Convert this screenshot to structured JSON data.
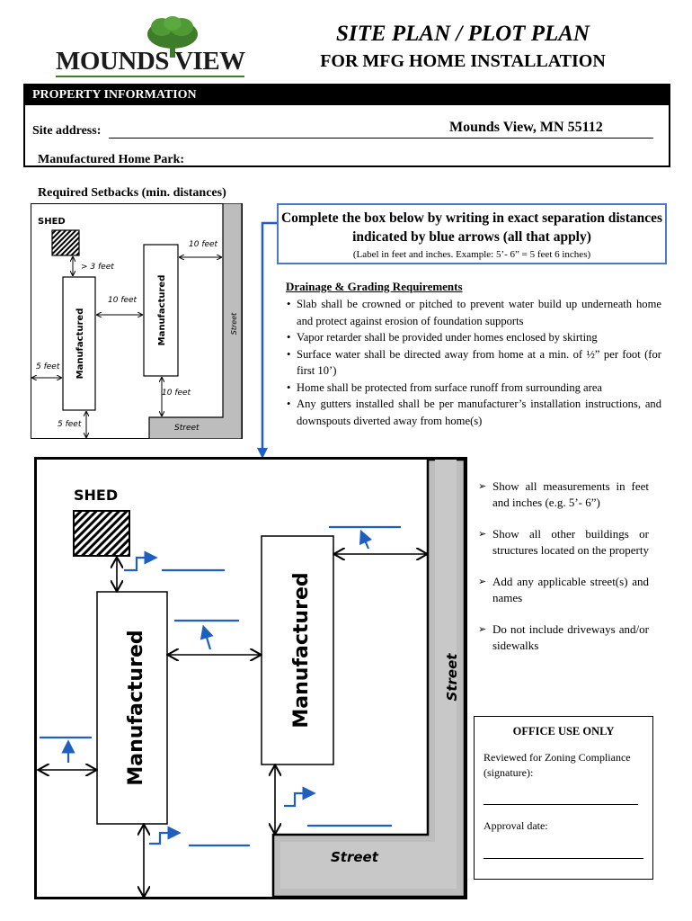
{
  "header": {
    "logo_text": "MOUNDS VIEW",
    "title": "SITE PLAN / PLOT PLAN",
    "subtitle": "FOR MFG HOME INSTALLATION"
  },
  "property": {
    "section_title": "PROPERTY INFORMATION",
    "site_address_label": "Site address:",
    "site_address_value": "",
    "city_state_zip": "Mounds View, MN 55112",
    "park_label": "Manufactured Home Park:",
    "park_value": ""
  },
  "setbacks": {
    "title": "Required Setbacks (min. distances)",
    "shed": "SHED",
    "home_label": "Manufactured",
    "street_label": "Street",
    "dist_shed_home": "> 3 feet",
    "dist_home_home": "10 feet",
    "dist_home_street_side": "10 feet",
    "dist_home_street_bottom": "10 feet",
    "dist_left": "5 feet",
    "dist_bottom": "5 feet"
  },
  "instructions": {
    "title": "Complete the box below by writing in exact separation distances indicated by blue arrows (all that apply)",
    "note": "(Label in feet and inches. Example: 5’- 6” = 5 feet 6 inches)"
  },
  "drainage": {
    "title": "Drainage & Grading Requirements",
    "items": [
      "Slab shall be crowned or pitched to prevent water build up underneath home and protect against erosion of foundation supports",
      "Vapor retarder shall be provided under homes enclosed by skirting",
      "Surface water shall be directed away from home at a min. of ½” per foot (for first 10’)",
      "Home shall be protected from surface runoff from surrounding area",
      "Any gutters installed shall be per manufacturer’s installation instructions, and downspouts diverted away from home(s)"
    ]
  },
  "diagram": {
    "shed": "SHED",
    "home_label": "Manufactured",
    "street_label": "Street"
  },
  "tips": [
    "Show all measurements in feet and inches (e.g. 5’- 6”)",
    "Show all other buildings or structures located on the property",
    "Add any applicable street(s) and names",
    "Do not include driveways and/or sidewalks"
  ],
  "office": {
    "title": "OFFICE USE ONLY",
    "review_label": "Reviewed for Zoning Compliance (signature):",
    "approval_label": "Approval date:"
  },
  "colors": {
    "accent_blue": "#1f5fbf",
    "box_blue": "#4a78c5",
    "street_gray": "#bdbdbd",
    "logo_green": "#3d7d2a"
  }
}
